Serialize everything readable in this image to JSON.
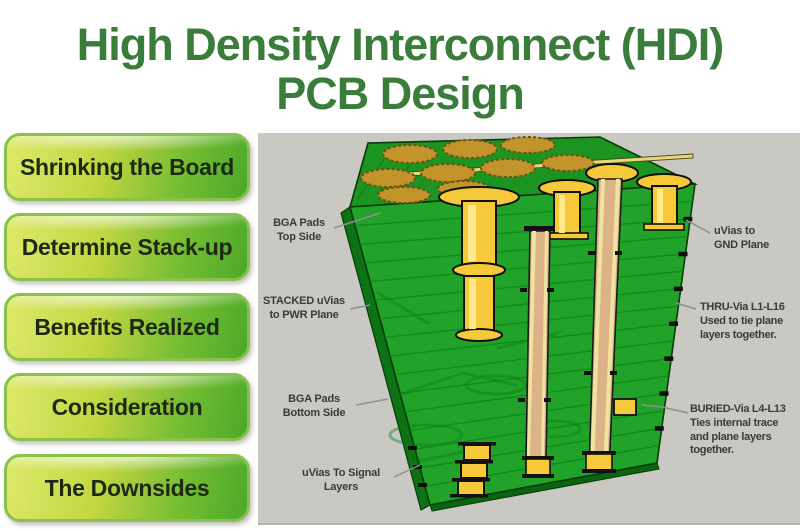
{
  "title": {
    "line1": "High Density Interconnect (HDI)",
    "line2": "PCB Design"
  },
  "sidebar": {
    "items": [
      {
        "label": "Shrinking the Board"
      },
      {
        "label": "Determine Stack-up"
      },
      {
        "label": "Benefits Realized"
      },
      {
        "label": "Consideration"
      },
      {
        "label": "The Downsides"
      }
    ]
  },
  "diagram": {
    "labels": {
      "bga_top": "BGA Pads\nTop Side",
      "stacked_uvias": "STACKED uVias\nto PWR Plane",
      "bga_bottom": "BGA Pads\nBottom Side",
      "uvias_signal": "uVias To Signal\nLayers",
      "uvias_gnd": "uVias to\nGND Plane",
      "thru_via": "THRU-Via L1-L16\nUsed to tie plane\nlayers together.",
      "buried_via": "BURIED-Via L4-L13\nTies internal trace\nand plane layers\ntogether."
    }
  },
  "colors": {
    "title_green": "#3a7d3a",
    "button_green": "#4aaa28",
    "button_yellow": "#dde96c",
    "pcb_front_green": "#21a32a",
    "pcb_top_green": "#1c9422",
    "layer_line_green": "#0f8518",
    "pad_gold": "#c3942c",
    "via_gold": "#f5c93a",
    "via_tan": "#dcb387",
    "panel_gray": "#c9c8c3",
    "label_gray": "#3a3a3a"
  }
}
